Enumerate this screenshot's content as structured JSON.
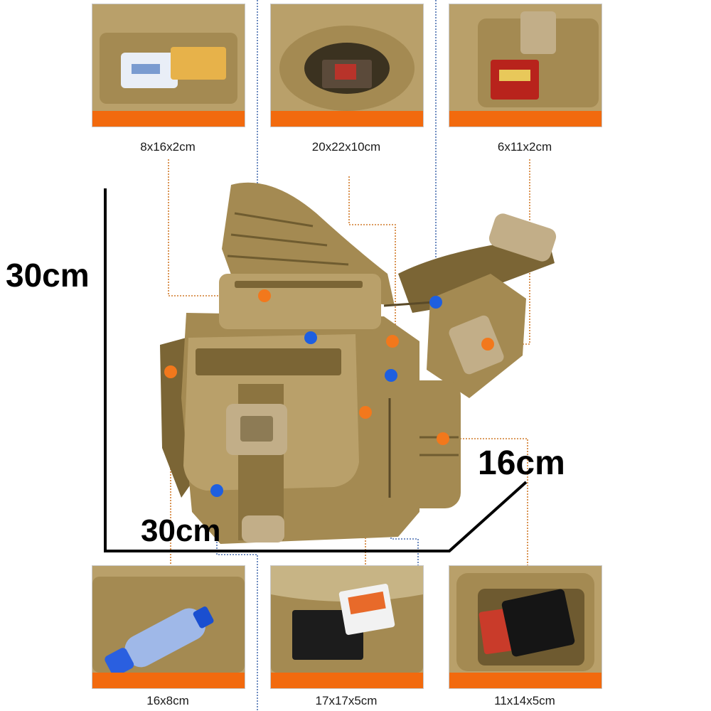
{
  "colors": {
    "bag": "#a48a52",
    "bag_dark": "#7b6535",
    "bag_light": "#b9a06a",
    "webbing": "#8c7440",
    "buckle": "#c2ae88",
    "accent_bar": "#f26a0e",
    "marker_orange": "#f2781c",
    "marker_blue": "#1e5fe0",
    "leader_orange": "#d07a2a",
    "leader_blue": "#4a6fb0",
    "dimension_line": "#000000"
  },
  "dimensions": {
    "height": "30cm",
    "width": "30cm",
    "depth": "16cm"
  },
  "compartments": [
    {
      "id": "front-top-pouch",
      "size": "8x16x2cm",
      "icon": "tissue-pack"
    },
    {
      "id": "main-compartment",
      "size": "20x22x10cm",
      "icon": "tablet-in-bag"
    },
    {
      "id": "strap-pouch",
      "size": "6x11x2cm",
      "icon": "cigarette-pack"
    },
    {
      "id": "side-bottle-pocket",
      "size": "16x8cm",
      "icon": "water-bottle"
    },
    {
      "id": "front-flap-pocket",
      "size": "17x17x5cm",
      "icon": "phone-and-wallet"
    },
    {
      "id": "side-zip-pouch",
      "size": "11x14x5cm",
      "icon": "wallet-in-pouch"
    }
  ]
}
